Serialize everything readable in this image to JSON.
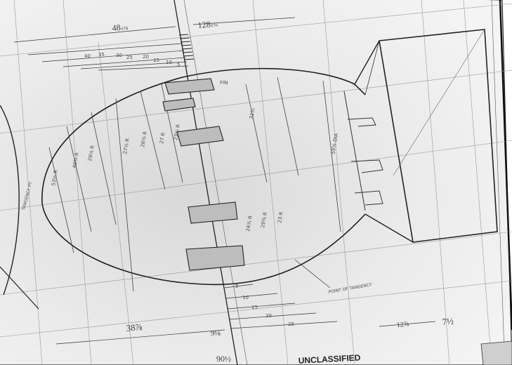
{
  "drawing": {
    "stamp": "UNCLASSIFIED",
    "note_tangency": "POINT OF TANGENCY",
    "note_side": "TANGENCY PT",
    "label_fin": "FIN",
    "label_dim_top": "48",
    "label_dim_top_frac": "±⅛",
    "label_dim_top2": "128",
    "label_dim_top2_frac": "±¼",
    "label_bottom_left": "38⅞",
    "label_bottom_center": "9⅛",
    "label_bottom_center2": "90½",
    "label_right_dim": "12⅞",
    "label_right_dim2": "7½",
    "scale_top": [
      "40",
      "35",
      "30",
      "25",
      "20",
      "15",
      "10",
      "5"
    ],
    "scale_bottom": [
      "5",
      "10",
      "15",
      "20",
      "25"
    ],
    "vertical_labels": [
      "53½ R",
      "49¾ R",
      "29⅛ R",
      "27⅛ R",
      "26⅛ R",
      "27 R",
      "23¼ R",
      "31¼",
      "59⅝ DIA",
      "24¾ R",
      "29⅜ R",
      "23 R"
    ]
  }
}
